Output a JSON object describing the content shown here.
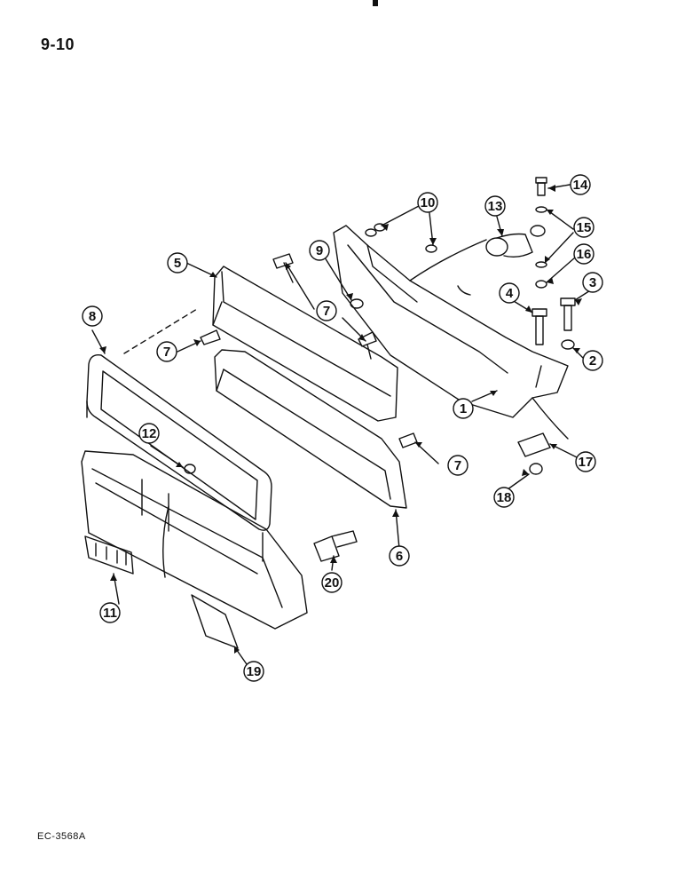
{
  "page": {
    "number": "9-10",
    "figure_code": "EC-3568A"
  },
  "callouts": [
    {
      "id": "1",
      "label": "1"
    },
    {
      "id": "2",
      "label": "2"
    },
    {
      "id": "3",
      "label": "3"
    },
    {
      "id": "4",
      "label": "4"
    },
    {
      "id": "5",
      "label": "5"
    },
    {
      "id": "6",
      "label": "6"
    },
    {
      "id": "7a",
      "label": "7"
    },
    {
      "id": "7b",
      "label": "7"
    },
    {
      "id": "7c",
      "label": "7"
    },
    {
      "id": "8",
      "label": "8"
    },
    {
      "id": "9",
      "label": "9"
    },
    {
      "id": "10",
      "label": "10"
    },
    {
      "id": "11",
      "label": "11"
    },
    {
      "id": "12",
      "label": "12"
    },
    {
      "id": "13",
      "label": "13"
    },
    {
      "id": "14",
      "label": "14"
    },
    {
      "id": "15",
      "label": "15"
    },
    {
      "id": "16",
      "label": "16"
    },
    {
      "id": "17",
      "label": "17"
    },
    {
      "id": "18",
      "label": "18"
    },
    {
      "id": "19",
      "label": "19"
    },
    {
      "id": "20",
      "label": "20"
    }
  ]
}
